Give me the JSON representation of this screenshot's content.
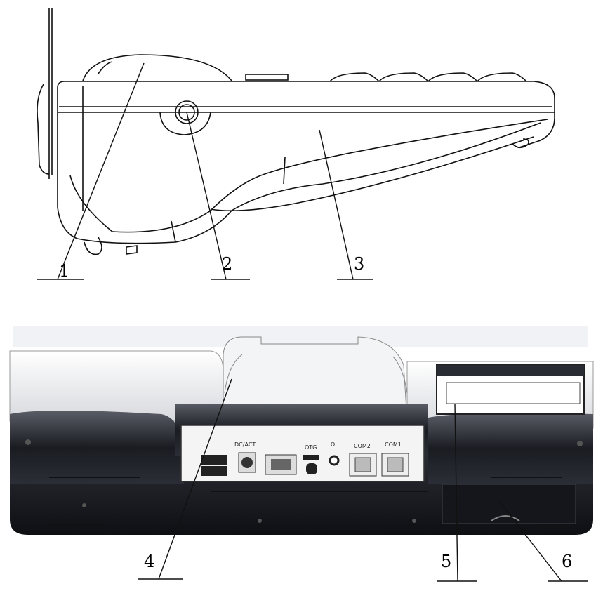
{
  "callouts": [
    {
      "id": "1",
      "label": "1"
    },
    {
      "id": "2",
      "label": "2"
    },
    {
      "id": "3",
      "label": "3"
    },
    {
      "id": "4",
      "label": "4"
    },
    {
      "id": "5",
      "label": "5"
    },
    {
      "id": "6",
      "label": "6"
    }
  ],
  "ports": {
    "usb": "",
    "dc": "DC/ACT",
    "lan": "",
    "otg": "OTG",
    "audio": "Ω",
    "com2": "COM2",
    "com1": "COM1"
  },
  "colors": {
    "line": "#111111",
    "body_dark": "#1a1c22",
    "body_mid": "#3a3d46",
    "body_light": "#e6e7ea",
    "panel": "#f4f4f4"
  }
}
